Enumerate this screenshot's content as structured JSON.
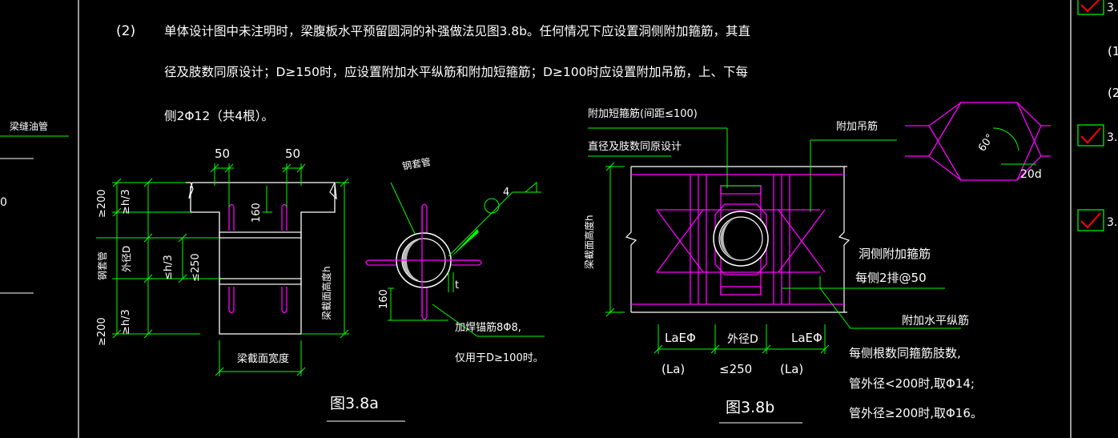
{
  "colors": {
    "background": "#000000",
    "text": "#ffffff",
    "dimension": "#00ff00",
    "rebar": "#ff00ff",
    "leader": "#00ff00",
    "outline": "#ffffff",
    "checkbox_border": "#00ff00",
    "checkmark": "#ff0000"
  },
  "note": {
    "number": "(2)",
    "line1": "单体设计图中未注明时，梁腹板水平预留圆洞的补强做法见图3.8b。任何情况下应设置洞侧附加箍筋，其直",
    "line2": "径及肢数同原设计；D≥150时，应设置附加水平纵筋和附加短箍筋；D≥100时应设置附加吊筋，上、下每",
    "line3": "侧2Φ12（共4根）。"
  },
  "left_panel": {
    "label": "梁缝油管",
    "value": "0"
  },
  "fig_a": {
    "caption": "图3.8a",
    "dim_50_left": "50",
    "dim_50_right": "50",
    "dim_160_top": "160",
    "left_200_top": "≥200",
    "left_h3_top": "≥h/3",
    "sleeve_label": "钢套管",
    "outer_d": "外径D",
    "mid_h3": "≤h/3",
    "mid_250": "≤250",
    "left_200_bottom": "≥200",
    "left_h3_bottom": "≥h/3",
    "beam_height": "梁截面高度h",
    "beam_width": "梁截面宽度",
    "pipe_label": "钢套管",
    "weld_symbol": "4",
    "dim_160_pipe": "160",
    "t_label": "t",
    "anchor_label": "加焊锚筋8Φ8,",
    "anchor_note": "仅用于D≥100时。"
  },
  "fig_b": {
    "caption": "图3.8b",
    "short_stirrup": "附加短箍筋(间距≤100)",
    "same_dia": "直径及肢数同原设计",
    "hanger": "附加吊筋",
    "angle": "60°",
    "len_20d": "20d",
    "beam_height": "梁截面高度h",
    "side_stirrup": "洞侧附加箍筋",
    "per_side": "每侧2排@50",
    "horiz_bar": "附加水平纵筋",
    "lae_left": "LaEΦ",
    "outer_d": "外径D",
    "lae_right": "LaEΦ",
    "la_left": "(La)",
    "le250": "≤250",
    "la_right": "(La)",
    "note1": "每侧根数同箍筋肢数,",
    "note2": "管外径<200时,取Φ14;",
    "note3": "管外径≥200时,取Φ16。"
  },
  "right_panel": {
    "items": [
      {
        "checked": true,
        "label": "3."
      },
      {
        "checked": false,
        "label": "(1"
      },
      {
        "checked": false,
        "label": "(2"
      },
      {
        "checked": true,
        "label": "3."
      },
      {
        "checked": true,
        "label": "3."
      }
    ]
  }
}
